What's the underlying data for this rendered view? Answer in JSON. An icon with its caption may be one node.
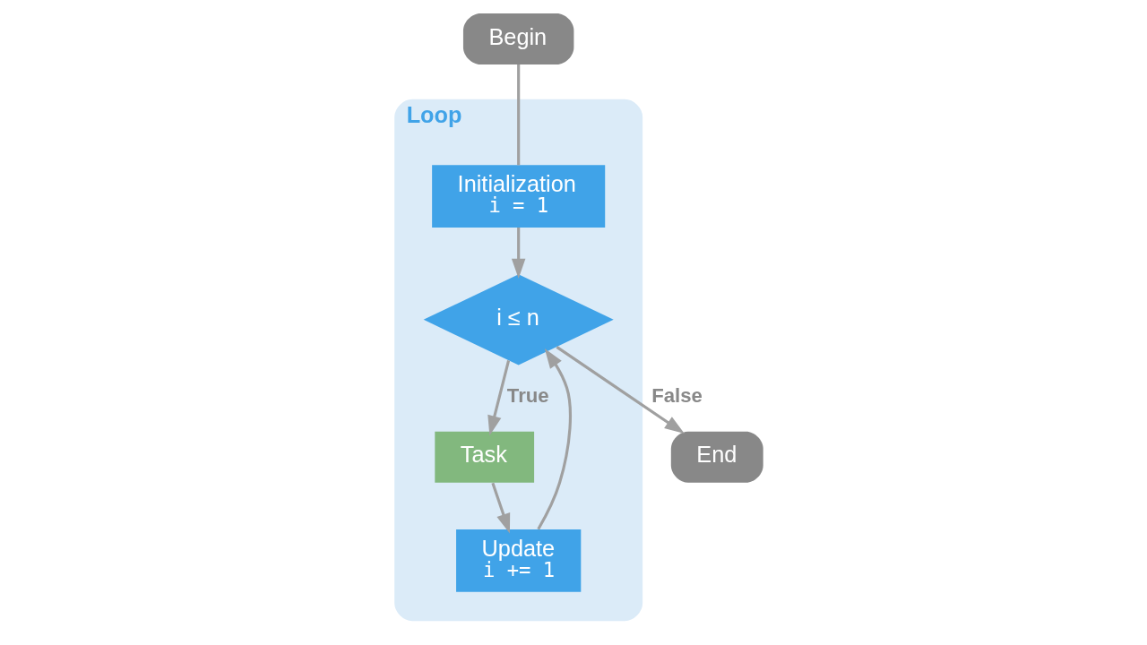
{
  "diagram": {
    "nodes": [
      {
        "text": [
          "Begin"
        ]
      },
      {
        "text": [
          "Loop"
        ]
      },
      {
        "text": [
          "Initialization",
          "i = 1"
        ],
        "in": 1
      },
      {
        "text": [
          "i ≤ n"
        ],
        "in": 1
      },
      {
        "text": [
          "Update",
          "i += 1"
        ],
        "in": 1
      },
      {
        "text": [
          "Task"
        ],
        "in": 1
      },
      {
        "text": [
          "End"
        ]
      }
    ],
    "edges": [
      {
        "from": 0,
        "to": 2,
        "arrow": "none"
      },
      {
        "from": 2,
        "to": 3,
        "arrow": "to"
      },
      {
        "from": 4,
        "to": 3,
        "arrow": "to"
      },
      {
        "from": 3,
        "to": 5,
        "arrow": "to",
        "label": "True"
      },
      {
        "from": 5,
        "to": 4,
        "arrow": "to"
      },
      {
        "from": 3,
        "to": 6,
        "arrow": "to",
        "label": "False"
      }
    ]
  }
}
